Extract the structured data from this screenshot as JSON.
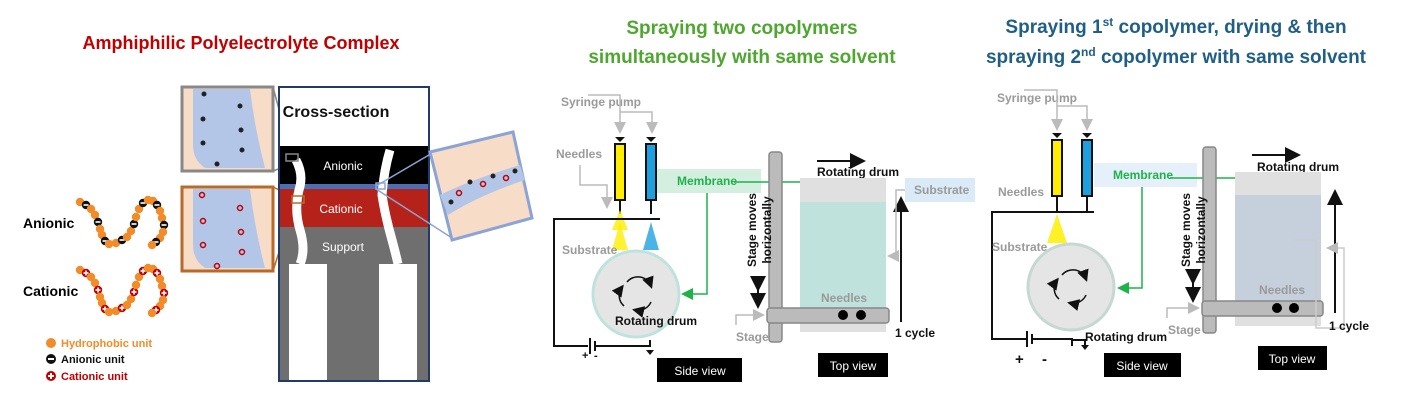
{
  "panel1": {
    "title": "Amphiphilic Polyelectrolyte Complex",
    "labels": {
      "anionic_chain": "Anionic",
      "cationic_chain": "Cationic",
      "cross_section": "Cross-section",
      "layer_anionic": "Anionic",
      "layer_cationic": "Cationic",
      "layer_support": "Support"
    },
    "legend": [
      {
        "label": "Hydrophobic unit",
        "color": "#f28c28",
        "symbol": "dot"
      },
      {
        "label": "Anionic unit",
        "color": "#111111",
        "symbol": "minus"
      },
      {
        "label": "Cationic unit",
        "color": "#c00000",
        "symbol": "plus"
      }
    ]
  },
  "panel2": {
    "title_line1": "Spraying two copolymers",
    "title_line2": "simultaneously with same solvent",
    "labels": {
      "syringe_pump": "Syringe pump",
      "needles": "Needles",
      "membrane": "Membrane",
      "substrate": "Substrate",
      "rotating_drum": "Rotating drum",
      "rotating_drum_top": "Rotating drum",
      "stage_moves_1": "Stage moves",
      "stage_moves_2": "horizontally",
      "needles_top": "Needles",
      "stage": "Stage",
      "substrate_top": "Substrate",
      "cycle": "1 cycle",
      "plus": "+",
      "minus": "-",
      "side_view": "Side view",
      "top_view": "Top view"
    }
  },
  "panel3": {
    "title_line1_a": "Spraying 1",
    "title_line1_sup": "st",
    "title_line1_b": " copolymer, drying & then",
    "title_line2_a": "spraying 2",
    "title_line2_sup": "nd",
    "title_line2_b": " copolymer with same solvent",
    "labels": {
      "syringe_pump": "Syringe pump",
      "needles": "Needles",
      "membrane": "Membrane",
      "substrate": "Substrate",
      "rotating_drum": "Rotating drum",
      "rotating_drum_top": "Rotating drum",
      "stage_moves_1": "Stage moves",
      "stage_moves_2": "horizontally",
      "needles_top": "Needles",
      "stage": "Stage",
      "cycle": "1 cycle",
      "plus": "+",
      "minus": "-",
      "side_view": "Side view",
      "top_view": "Top view"
    }
  },
  "colors": {
    "title_red": "#c00000",
    "title_green": "#4ea72e",
    "title_blue": "#1f5f86",
    "hydrophobic": "#f28c28",
    "anionic_layer": "#000000",
    "cationic_layer": "#b5221a",
    "support_layer": "#707070",
    "membrane_green": "#1db34a",
    "yellow_spray": "#ffee00",
    "blue_spray": "#1ea0e0",
    "drum_fill_p2": "#bfe3dc",
    "drum_fill_p3": "#c5d0dc"
  }
}
